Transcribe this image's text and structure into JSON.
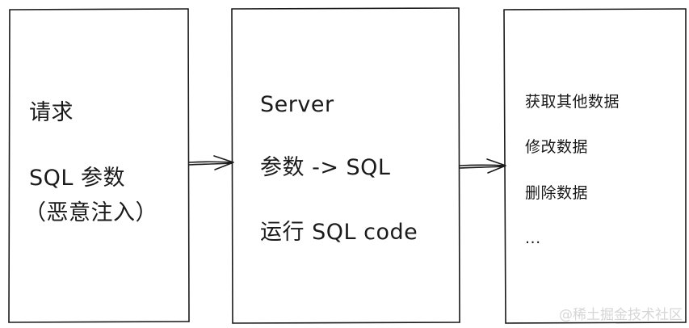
{
  "boxes": {
    "request": {
      "line1": "请求",
      "line2": "SQL 参数",
      "line3": "（恶意注入）"
    },
    "server": {
      "line1": "Server",
      "line2": "参数 -> SQL",
      "line3": "运行 SQL code"
    },
    "effects": {
      "line1": "获取其他数据",
      "line2": "修改数据",
      "line3": "删除数据",
      "line4": "..."
    }
  },
  "watermark": "@稀土掘金技术社区"
}
